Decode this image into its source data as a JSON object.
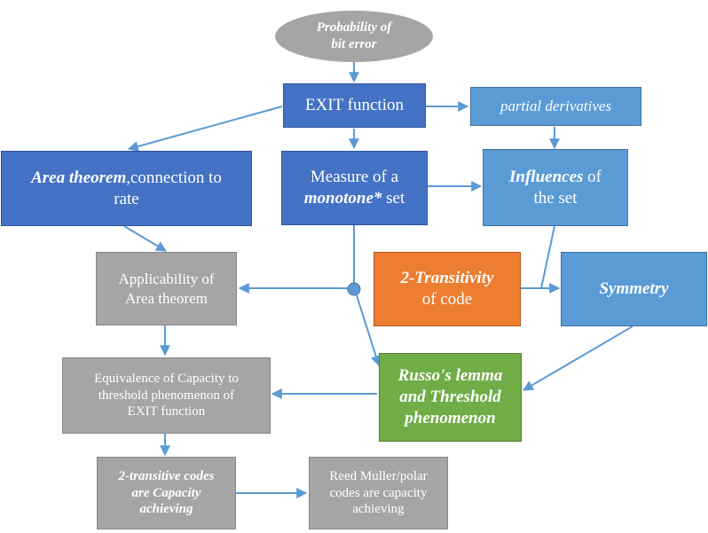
{
  "nodes": {
    "probability": {
      "line1": "Probability of",
      "line2": "bit error"
    },
    "exit": {
      "label": "EXIT function"
    },
    "partial": {
      "label": "partial derivatives"
    },
    "area": {
      "bold": "Area theorem",
      "rest": ",connection to",
      "line2": "rate"
    },
    "measure": {
      "line1": "Measure of a",
      "bold": "monotone*",
      "rest": " set"
    },
    "influences": {
      "bold": "Influences",
      "rest": " of",
      "line2": "the set"
    },
    "applicability": {
      "line1": "Applicability of",
      "line2": "Area theorem"
    },
    "transitivity": {
      "bold": "2-Transitivity",
      "line2": "of code"
    },
    "symmetry": {
      "label": "Symmetry"
    },
    "equivalence": {
      "line1": "Equivalence of Capacity to",
      "line2": "threshold phenomenon of",
      "line3": "EXIT function"
    },
    "russo": {
      "line1": "Russo's lemma",
      "line2": "and Threshold",
      "line3": "phenomenon"
    },
    "transitive_codes": {
      "line1": "2-transitive codes",
      "line2": "are Capacity",
      "line3": "achieving"
    },
    "reed_muller": {
      "line1": "Reed Muller/polar",
      "line2": "codes are capacity",
      "line3": "achieving"
    }
  },
  "colors": {
    "dark_blue": "#4472c4",
    "light_blue": "#5b9bd5",
    "gray": "#a5a5a5",
    "orange": "#ed7d31",
    "green": "#70ad47",
    "arrow": "#5b9bd5"
  }
}
